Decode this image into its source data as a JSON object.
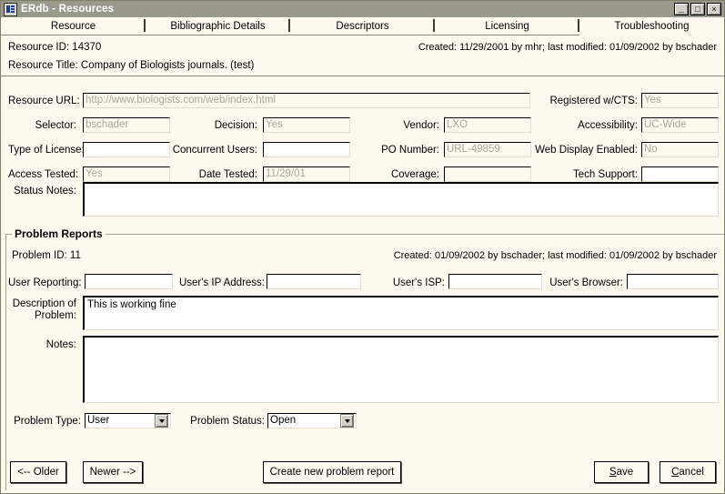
{
  "window": {
    "title": "ERdb - Resources",
    "icon": "window-app-icon",
    "controls": {
      "minimize": "_",
      "maximize": "□",
      "close": "×"
    }
  },
  "tabs": [
    {
      "label": "Resource",
      "active": false
    },
    {
      "label": "Bibliographic Details",
      "active": false
    },
    {
      "label": "Descriptors",
      "active": false
    },
    {
      "label": "Licensing",
      "active": false
    },
    {
      "label": "Troubleshooting",
      "active": true
    }
  ],
  "header": {
    "resource_id_label": "Resource ID: 14370",
    "audit": "Created: 11/29/2001 by mhr; last modified: 01/09/2002 by bschader",
    "resource_title_label": "Resource Title: Company of Biologists journals.  (test)"
  },
  "resource_fields": {
    "url": {
      "label": "Resource URL:",
      "value": "http://www.biologists.com/web/index.html",
      "disabled": true
    },
    "registered_cts": {
      "label": "Registered w/CTS:",
      "value": "Yes",
      "disabled": true
    },
    "selector": {
      "label": "Selector:",
      "value": "bschader",
      "disabled": true
    },
    "decision": {
      "label": "Decision:",
      "value": "Yes",
      "disabled": true
    },
    "vendor": {
      "label": "Vendor:",
      "value": "LXO",
      "disabled": true
    },
    "accessibility": {
      "label": "Accessibility:",
      "value": "UC-Wide",
      "disabled": true
    },
    "type_of_license": {
      "label": "Type of License:",
      "value": "",
      "disabled": false
    },
    "concurrent_users": {
      "label": "Concurrent Users:",
      "value": "",
      "disabled": false
    },
    "po_number": {
      "label": "PO Number:",
      "value": "URL-49859",
      "disabled": true
    },
    "web_display_enabled": {
      "label": "Web Display Enabled:",
      "value": "No",
      "disabled": true
    },
    "access_tested": {
      "label": "Access Tested:",
      "value": "Yes",
      "disabled": true
    },
    "date_tested": {
      "label": "Date Tested:",
      "value": "11/29/01",
      "disabled": true
    },
    "coverage": {
      "label": "Coverage:",
      "value": "",
      "disabled": true
    },
    "tech_support": {
      "label": "Tech Support:",
      "value": "",
      "disabled": false
    },
    "status_notes": {
      "label": "Status Notes:",
      "value": ""
    }
  },
  "problem_reports": {
    "group_label": "Problem Reports",
    "problem_id_label": "Problem ID: 11",
    "audit": "Created: 01/09/2002 by bschader; last modified: 01/09/2002 by bschader",
    "user_reporting": {
      "label": "User Reporting:",
      "value": ""
    },
    "user_ip": {
      "label": "User's IP Address:",
      "value": ""
    },
    "user_isp": {
      "label": "User's ISP:",
      "value": ""
    },
    "user_browser": {
      "label": "User's Browser:",
      "value": ""
    },
    "description": {
      "label_line1": "Description of",
      "label_line2": "Problem:",
      "value": "This is working fine"
    },
    "notes": {
      "label": "Notes:",
      "value": ""
    },
    "problem_type": {
      "label": "Problem Type:",
      "value": "User"
    },
    "problem_status": {
      "label": "Problem Status:",
      "value": "Open"
    }
  },
  "buttons": {
    "older": "<-- Older",
    "newer": "Newer -->",
    "create": "Create new problem report",
    "save_pre": "S",
    "save_post": "ave",
    "cancel_pre": "C",
    "cancel_post": "ancel"
  },
  "colors": {
    "window_background": "#fdf9ef",
    "titlebar": "#9a9a8c",
    "field_border": "#000000",
    "disabled_text": "#a8a79c"
  }
}
